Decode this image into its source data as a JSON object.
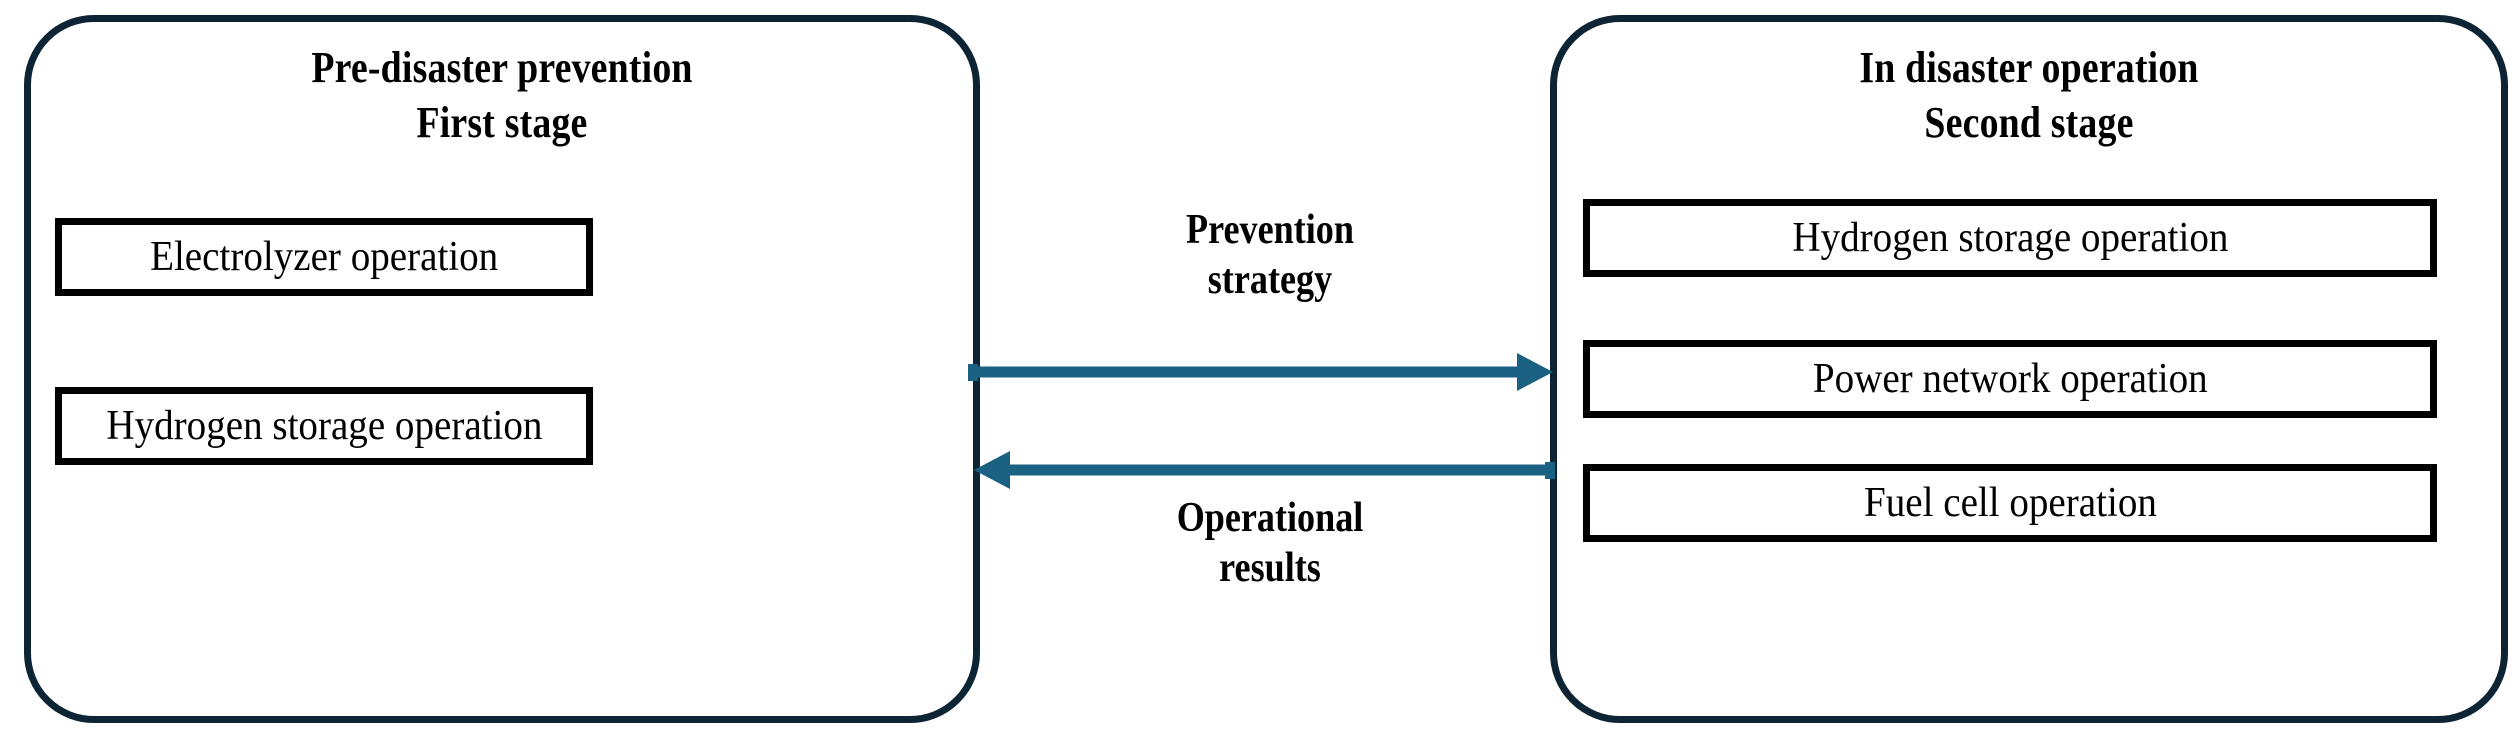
{
  "diagram": {
    "type": "two-stage-flow",
    "accent_color": "#0c2433",
    "arrow_color": "#1a6183",
    "box_border_color": "#000000",
    "text_color": "#000000",
    "background": "#ffffff",
    "stages": [
      {
        "id": "first-stage",
        "title": "Pre-disaster prevention\nFirst stage",
        "title_line_1": "Pre-disaster prevention",
        "title_line_2": "First stage",
        "operations": [
          {
            "id": "electrolyzer-operation",
            "label": "Electrolyzer operation"
          },
          {
            "id": "hydrogen-storage-operation",
            "label": "Hydrogen storage operation"
          }
        ]
      },
      {
        "id": "second-stage",
        "title": "In disaster operation\nSecond stage",
        "title_line_1": "In disaster operation",
        "title_line_2": "Second stage",
        "operations": [
          {
            "id": "hydrogen-storage-operation",
            "label": "Hydrogen storage operation"
          },
          {
            "id": "power-network-operation",
            "label": "Power network operation"
          },
          {
            "id": "fuel-cell-operation",
            "label": "Fuel cell operation"
          }
        ]
      }
    ],
    "connectors": [
      {
        "id": "prevention-strategy",
        "label": "Prevention\nstrategy",
        "direction": "left-to-right",
        "from": "first-stage",
        "to": "second-stage"
      },
      {
        "id": "operational-results",
        "label": "Operational\nresults",
        "direction": "right-to-left",
        "from": "second-stage",
        "to": "first-stage"
      }
    ]
  }
}
